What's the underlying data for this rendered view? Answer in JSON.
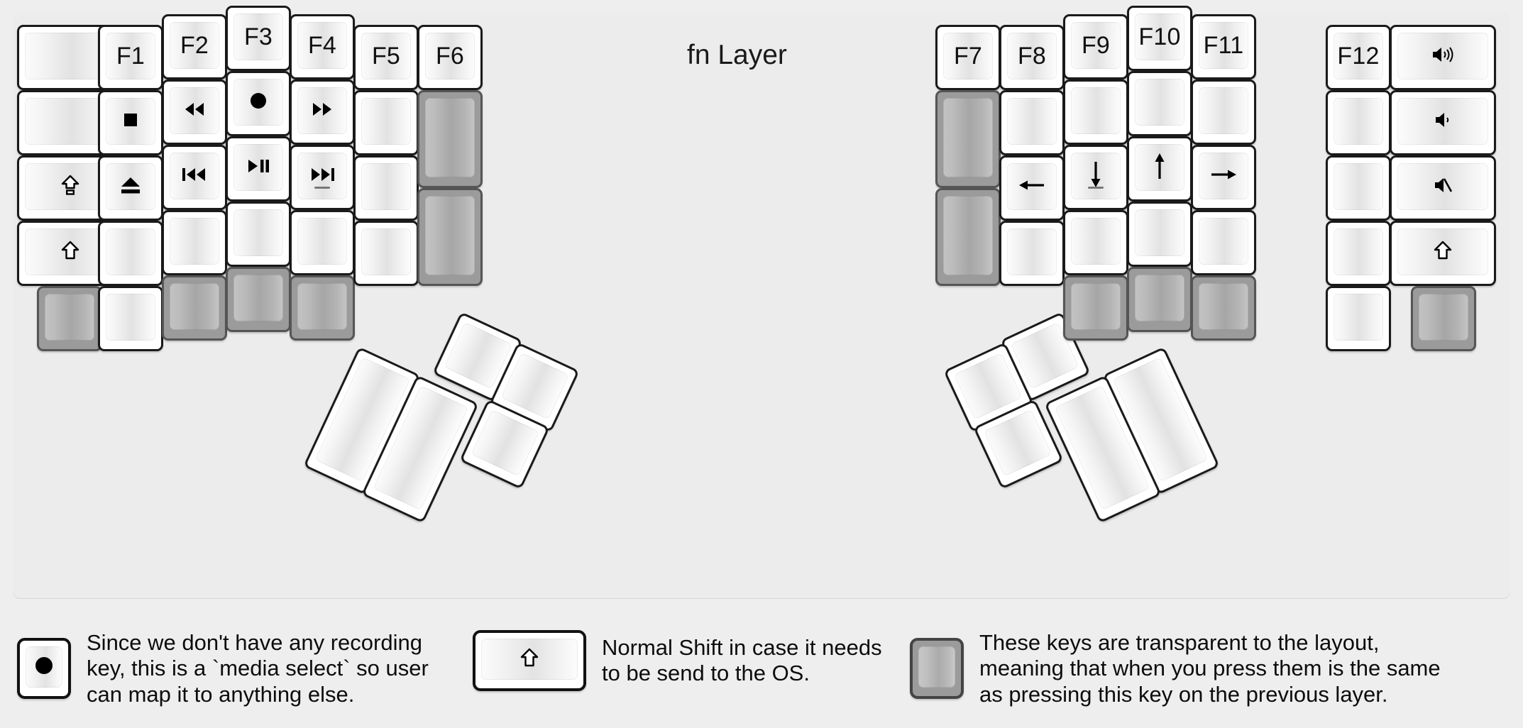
{
  "title": "fn Layer",
  "colors": {
    "background": "#eeeeee",
    "board": "#ececec",
    "key_face": "#ffffff",
    "key_outline": "#1a1a1a",
    "transparent_key": "#9b9b9b",
    "text": "#111111"
  },
  "left_half": {
    "columns": [
      {
        "name": "col-pinky-outer",
        "keys": [
          {
            "label": "",
            "glyph": "",
            "type": "blank"
          },
          {
            "label": "",
            "glyph": "",
            "type": "blank"
          },
          {
            "label": "",
            "glyph": "caps-lock-icon",
            "type": "glyph"
          },
          {
            "label": "",
            "glyph": "shift-icon",
            "type": "glyph"
          },
          {
            "label": "",
            "glyph": "",
            "type": "transparent"
          }
        ]
      },
      {
        "name": "col-pinky",
        "keys": [
          {
            "label": "F1",
            "glyph": "",
            "type": "text"
          },
          {
            "label": "",
            "glyph": "media-stop-icon",
            "type": "glyph"
          },
          {
            "label": "",
            "glyph": "media-eject-icon",
            "type": "glyph"
          },
          {
            "label": "",
            "glyph": "",
            "type": "blank"
          },
          {
            "label": "",
            "glyph": "",
            "type": "blank"
          }
        ]
      },
      {
        "name": "col-ring",
        "keys": [
          {
            "label": "F2",
            "glyph": "",
            "type": "text"
          },
          {
            "label": "",
            "glyph": "media-rewind-icon",
            "type": "glyph"
          },
          {
            "label": "",
            "glyph": "media-prev-track-icon",
            "type": "glyph"
          },
          {
            "label": "",
            "glyph": "",
            "type": "blank"
          },
          {
            "label": "",
            "glyph": "",
            "type": "transparent"
          }
        ]
      },
      {
        "name": "col-middle",
        "keys": [
          {
            "label": "F3",
            "glyph": "",
            "type": "text"
          },
          {
            "label": "",
            "glyph": "media-record-icon",
            "type": "glyph"
          },
          {
            "label": "",
            "glyph": "media-play-pause-icon",
            "type": "glyph"
          },
          {
            "label": "",
            "glyph": "",
            "type": "blank"
          },
          {
            "label": "",
            "glyph": "",
            "type": "transparent"
          }
        ]
      },
      {
        "name": "col-index",
        "keys": [
          {
            "label": "F4",
            "glyph": "",
            "type": "text"
          },
          {
            "label": "",
            "glyph": "media-fast-forward-icon",
            "type": "glyph"
          },
          {
            "label": "",
            "glyph": "media-next-track-icon",
            "type": "glyph",
            "homing": true
          },
          {
            "label": "",
            "glyph": "",
            "type": "blank"
          },
          {
            "label": "",
            "glyph": "",
            "type": "transparent"
          }
        ]
      },
      {
        "name": "col-index-inner",
        "keys": [
          {
            "label": "F5",
            "glyph": "",
            "type": "text"
          },
          {
            "label": "",
            "glyph": "",
            "type": "blank"
          },
          {
            "label": "",
            "glyph": "",
            "type": "blank"
          },
          {
            "label": "",
            "glyph": "",
            "type": "blank"
          }
        ]
      },
      {
        "name": "col-inner",
        "keys": [
          {
            "label": "F6",
            "glyph": "",
            "type": "text"
          },
          {
            "label": "",
            "glyph": "",
            "type": "transparent"
          },
          {
            "label": "",
            "glyph": "",
            "type": "transparent"
          }
        ]
      }
    ],
    "thumb_cluster": [
      {
        "name": "thumb-left-1u-a",
        "label": "",
        "type": "blank"
      },
      {
        "name": "thumb-left-1u-b",
        "label": "",
        "type": "blank"
      },
      {
        "name": "thumb-left-1u-c",
        "label": "",
        "type": "blank"
      },
      {
        "name": "thumb-left-2u-a",
        "label": "",
        "type": "blank"
      },
      {
        "name": "thumb-left-2u-b",
        "label": "",
        "type": "blank"
      }
    ]
  },
  "right_half": {
    "columns": [
      {
        "name": "col-inner",
        "keys": [
          {
            "label": "F7",
            "glyph": "",
            "type": "text"
          },
          {
            "label": "",
            "glyph": "",
            "type": "transparent"
          },
          {
            "label": "",
            "glyph": "",
            "type": "transparent"
          }
        ]
      },
      {
        "name": "col-index-inner",
        "keys": [
          {
            "label": "F8",
            "glyph": "",
            "type": "text"
          },
          {
            "label": "",
            "glyph": "",
            "type": "blank"
          },
          {
            "label": "",
            "glyph": "arrow-left-icon",
            "type": "glyph"
          },
          {
            "label": "",
            "glyph": "",
            "type": "blank"
          }
        ]
      },
      {
        "name": "col-index",
        "keys": [
          {
            "label": "F9",
            "glyph": "",
            "type": "text"
          },
          {
            "label": "",
            "glyph": "",
            "type": "blank"
          },
          {
            "label": "",
            "glyph": "arrow-down-icon",
            "type": "glyph",
            "homing": true
          },
          {
            "label": "",
            "glyph": "",
            "type": "blank"
          },
          {
            "label": "",
            "glyph": "",
            "type": "transparent"
          }
        ]
      },
      {
        "name": "col-middle",
        "keys": [
          {
            "label": "F10",
            "glyph": "",
            "type": "text"
          },
          {
            "label": "",
            "glyph": "",
            "type": "blank"
          },
          {
            "label": "",
            "glyph": "arrow-up-icon",
            "type": "glyph"
          },
          {
            "label": "",
            "glyph": "",
            "type": "blank"
          },
          {
            "label": "",
            "glyph": "",
            "type": "transparent"
          }
        ]
      },
      {
        "name": "col-ring",
        "keys": [
          {
            "label": "F11",
            "glyph": "",
            "type": "text"
          },
          {
            "label": "",
            "glyph": "",
            "type": "blank"
          },
          {
            "label": "",
            "glyph": "arrow-right-icon",
            "type": "glyph"
          },
          {
            "label": "",
            "glyph": "",
            "type": "blank"
          },
          {
            "label": "",
            "glyph": "",
            "type": "transparent"
          }
        ]
      },
      {
        "name": "col-pinky",
        "keys": [
          {
            "label": "F12",
            "glyph": "",
            "type": "text"
          },
          {
            "label": "",
            "glyph": "",
            "type": "blank"
          },
          {
            "label": "",
            "glyph": "",
            "type": "blank"
          },
          {
            "label": "",
            "glyph": "",
            "type": "blank"
          },
          {
            "label": "",
            "glyph": "",
            "type": "blank"
          }
        ]
      },
      {
        "name": "col-pinky-outer",
        "keys": [
          {
            "label": "",
            "glyph": "volume-up-icon",
            "type": "glyph"
          },
          {
            "label": "",
            "glyph": "volume-down-icon",
            "type": "glyph"
          },
          {
            "label": "",
            "glyph": "volume-mute-icon",
            "type": "glyph"
          },
          {
            "label": "",
            "glyph": "shift-icon",
            "type": "glyph"
          },
          {
            "label": "",
            "glyph": "",
            "type": "transparent"
          }
        ]
      }
    ],
    "thumb_cluster": [
      {
        "name": "thumb-right-1u-a",
        "label": "",
        "type": "blank"
      },
      {
        "name": "thumb-right-1u-b",
        "label": "",
        "type": "blank"
      },
      {
        "name": "thumb-right-1u-c",
        "label": "",
        "type": "blank"
      },
      {
        "name": "thumb-right-2u-a",
        "label": "",
        "type": "blank"
      },
      {
        "name": "thumb-right-2u-b",
        "label": "",
        "type": "blank"
      }
    ]
  },
  "footer_notes": [
    {
      "swatch": "media-record-icon",
      "swatch_kind": "normal",
      "text": "Since we don't have any recording\nkey, this is a `media select` so user\ncan map it to anything else."
    },
    {
      "swatch": "shift-icon",
      "swatch_kind": "normal",
      "text": "Normal Shift in case it needs\nto be send to the OS."
    },
    {
      "swatch": "",
      "swatch_kind": "transparent",
      "text": "These keys are transparent to the layout,\nmeaning that when you press them is the same\nas pressing this key on the previous layer."
    }
  ]
}
